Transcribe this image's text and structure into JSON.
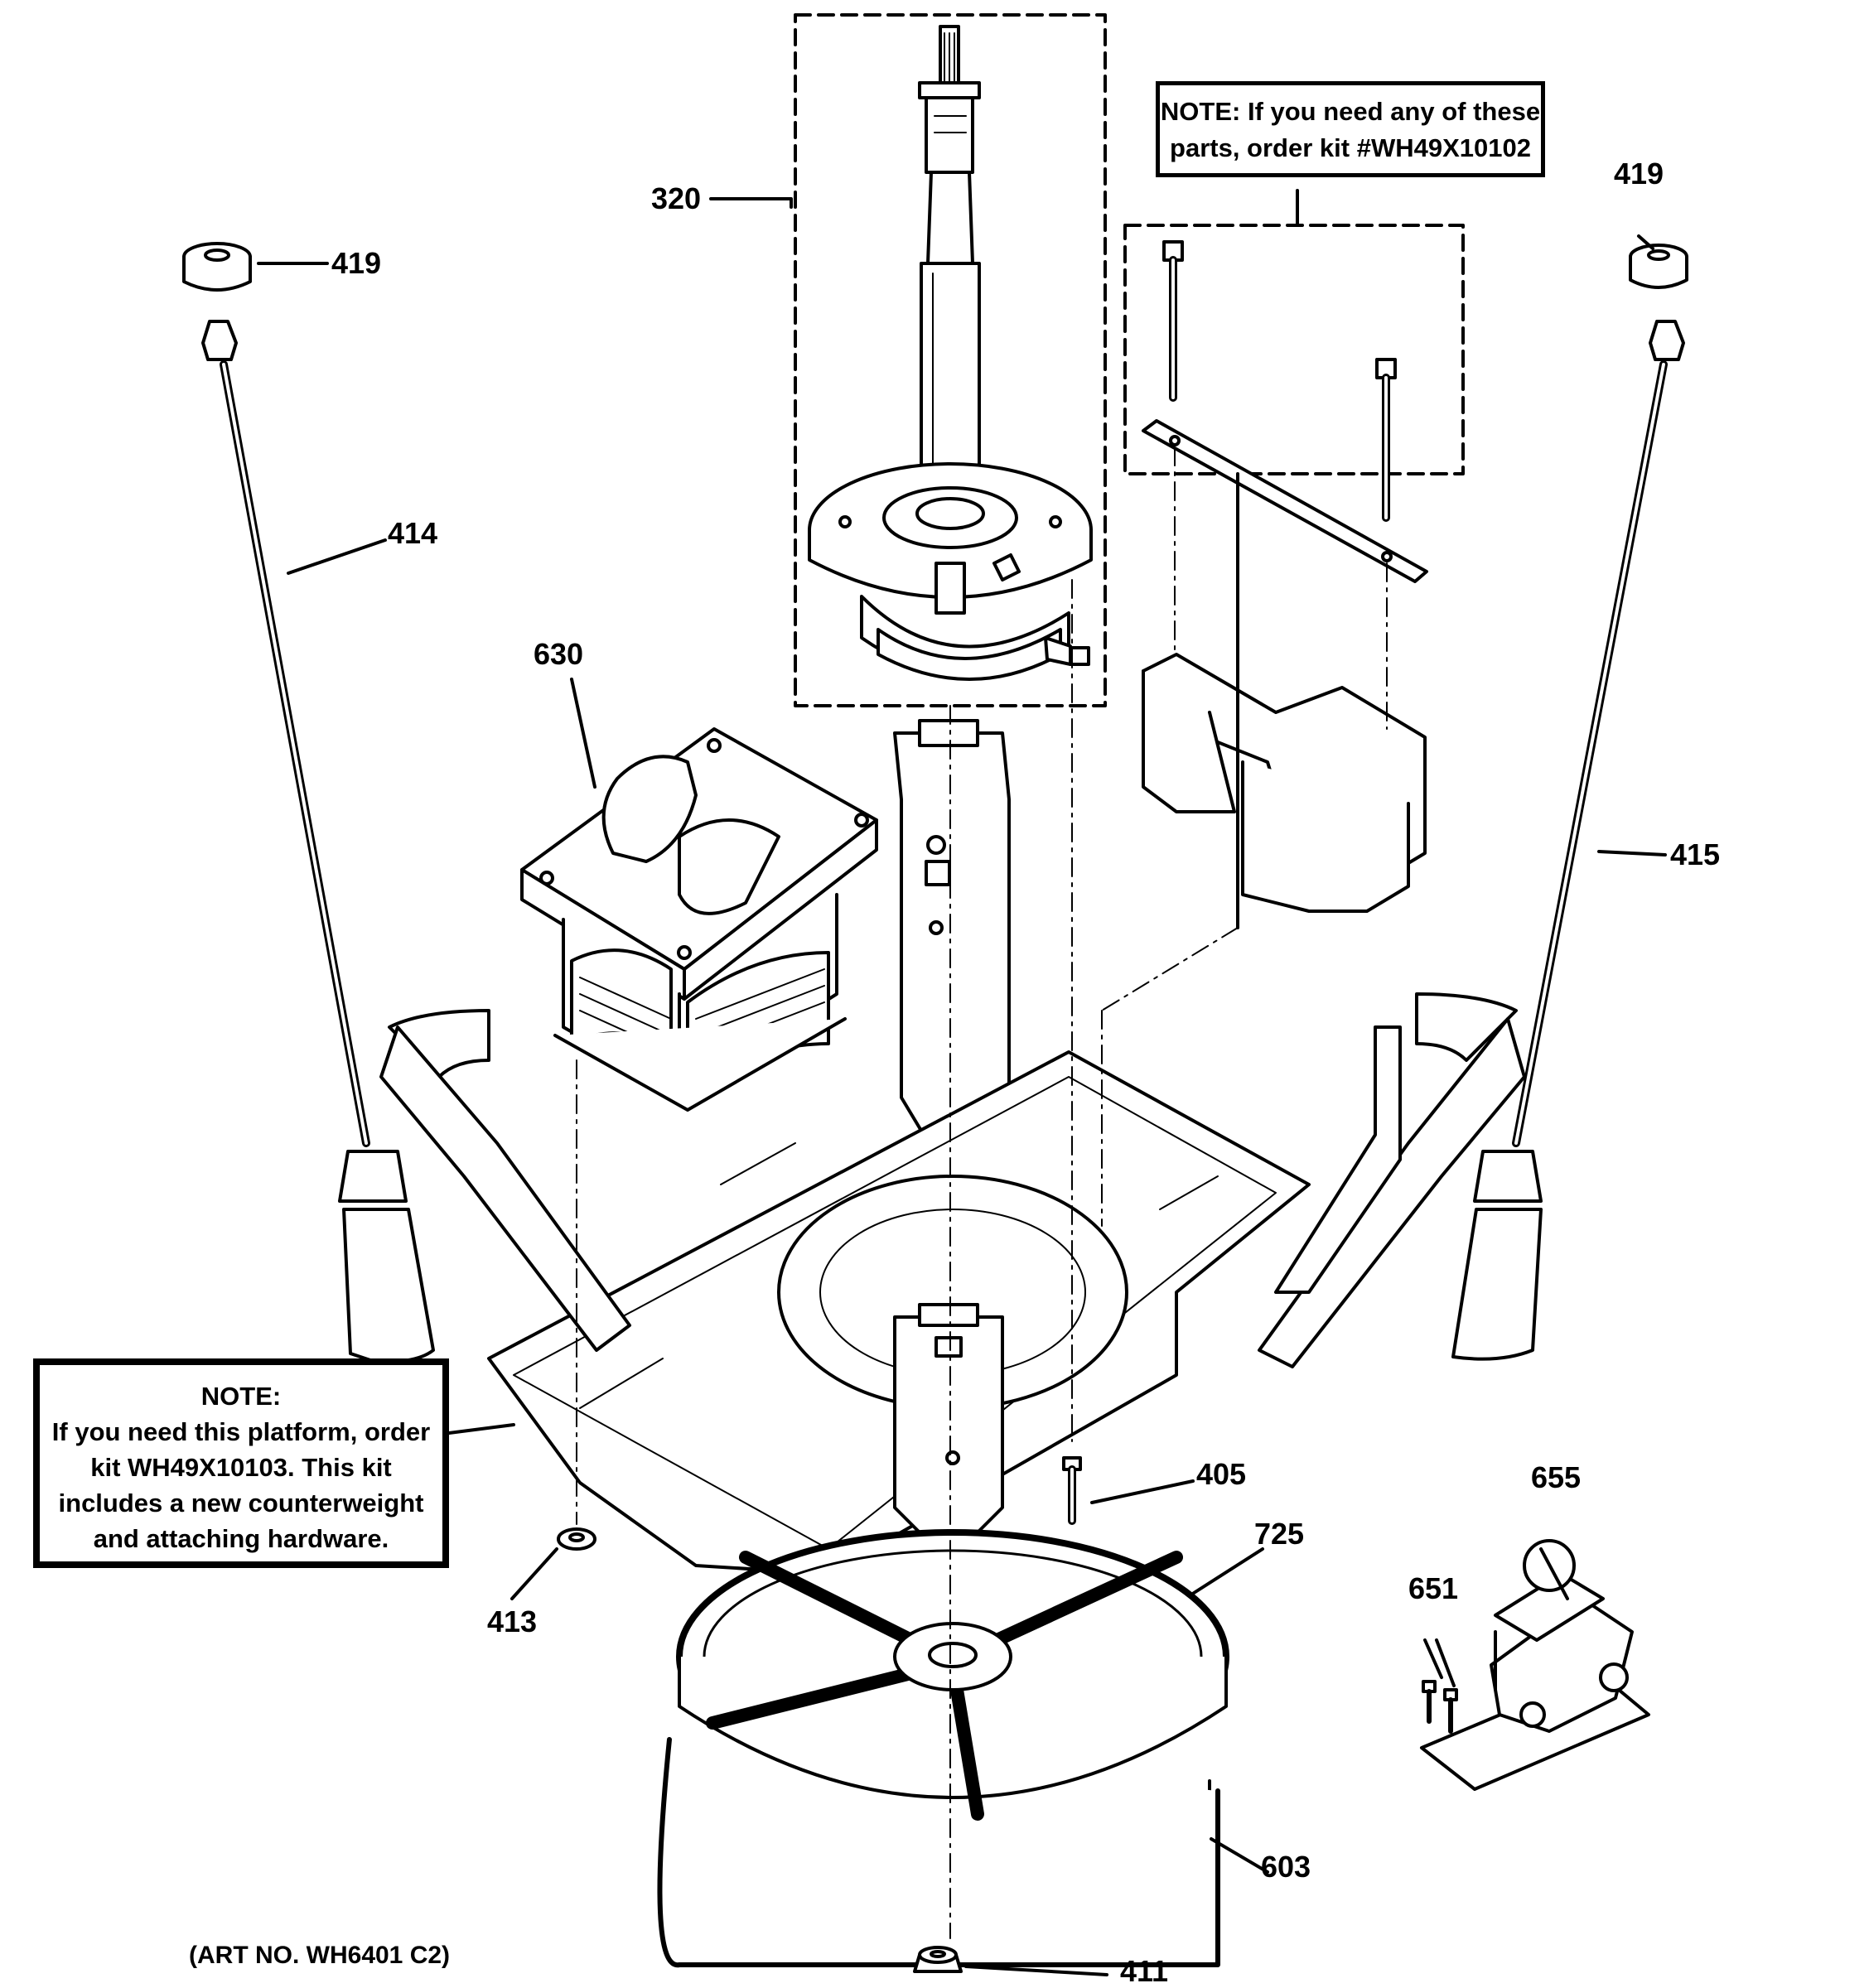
{
  "notes": {
    "kit_top": {
      "line1": "NOTE: If you need any of these",
      "line2": "parts, order kit #WH49X10102"
    },
    "platform": {
      "line1": "NOTE:",
      "line2": "If you need this platform, order",
      "line3": "kit WH49X10103. This kit",
      "line4": "includes a new counterweight",
      "line5": "and attaching hardware."
    }
  },
  "callouts": {
    "p320": "320",
    "p419_left": "419",
    "p419_right": "419",
    "p414": "414",
    "p415": "415",
    "p630": "630",
    "p405": "405",
    "p725": "725",
    "p655": "655",
    "p651": "651",
    "p413": "413",
    "p603": "603",
    "p411": "411"
  },
  "art_number": "(ART NO. WH6401 C2)"
}
